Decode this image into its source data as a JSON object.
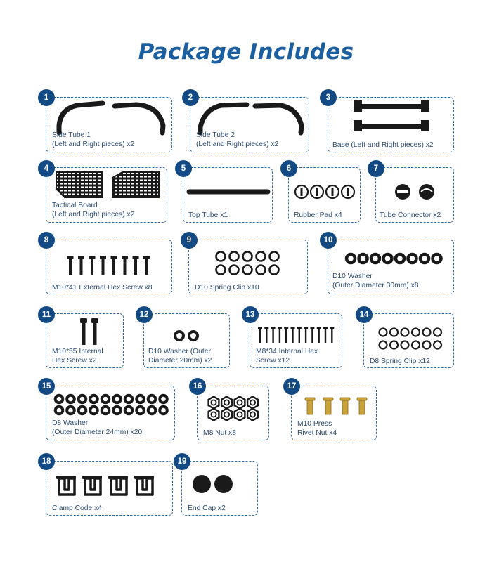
{
  "title": "Package Includes",
  "items": [
    {
      "number": "1",
      "lines": [
        "Side Tube 1",
        "(Left and Right pieces) x2"
      ]
    },
    {
      "number": "2",
      "lines": [
        "Side Tube 2",
        "(Left and Right pieces) x2"
      ]
    },
    {
      "number": "3",
      "lines": [
        "Base (Left and Right pieces) x2"
      ]
    },
    {
      "number": "4",
      "lines": [
        "Tactical Board",
        "(Left and Right pieces) x2"
      ]
    },
    {
      "number": "5",
      "lines": [
        "Top Tube x1"
      ]
    },
    {
      "number": "6",
      "lines": [
        "Rubber Pad x4"
      ]
    },
    {
      "number": "7",
      "lines": [
        "Tube Connector x2"
      ]
    },
    {
      "number": "8",
      "lines": [
        "M10*41 External Hex Screw x8"
      ]
    },
    {
      "number": "9",
      "lines": [
        "D10 Spring Clip x10"
      ]
    },
    {
      "number": "10",
      "lines": [
        "D10 Washer",
        "(Outer Diameter 30mm) x8"
      ]
    },
    {
      "number": "11",
      "lines": [
        "M10*55 Internal",
        "Hex Screw x2"
      ]
    },
    {
      "number": "12",
      "lines": [
        "D10 Washer (Outer",
        "Diameter 20mm) x2"
      ]
    },
    {
      "number": "13",
      "lines": [
        "M8*34 Internal Hex",
        "Screw x12"
      ]
    },
    {
      "number": "14",
      "lines": [
        "D8 Spring Clip x12"
      ]
    },
    {
      "number": "15",
      "lines": [
        "D8 Washer",
        "(Outer Diameter 24mm) x20"
      ]
    },
    {
      "number": "16",
      "lines": [
        "M8 Nut x8"
      ]
    },
    {
      "number": "17",
      "lines": [
        "M10 Press",
        "Rivet Nut x4"
      ]
    },
    {
      "number": "18",
      "lines": [
        "Clamp Code x4"
      ]
    },
    {
      "number": "19",
      "lines": [
        "End Cap x2"
      ]
    }
  ],
  "colors": {
    "title": "#1c5fa0",
    "badge": "#134a84",
    "border": "#2d6aa6",
    "label": "#2a4a70",
    "part": "#1a1a1a",
    "brass": "#c9a23a"
  }
}
